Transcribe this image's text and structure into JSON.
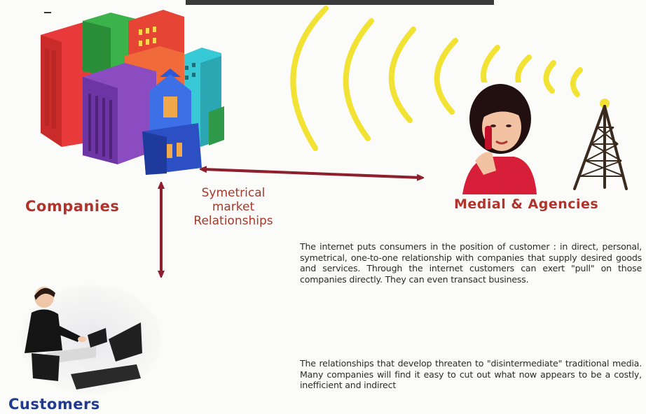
{
  "labels": {
    "companies": "Companies",
    "media": "Medial & Agencies",
    "customers": "Customers",
    "relationship": "Symetrical market Relationships"
  },
  "paragraphs": {
    "p1": "The internet puts consumers in the position of customer : in direct, personal, symetrical, one-to-one relationship with companies that supply desired goods and services. Through the internet customers can exert \"pull\" on those companies directly. They can even transact business.",
    "p2": "The relationships that develop threaten to \"disintermediate\" traditional media. Many companies will find it easy to cut out what now appears to be a costly, inefficient and indirect"
  },
  "icons": [
    "buildings-icon",
    "radio-waves-icon",
    "woman-phone-icon",
    "antenna-tower-icon",
    "customer-workstation-icon",
    "double-arrow-icon"
  ],
  "colors": {
    "label_red": "#b0342c",
    "arrow": "#8e1f2c",
    "waves": "#f2e233",
    "customers_blue": "#1f3a8f"
  }
}
